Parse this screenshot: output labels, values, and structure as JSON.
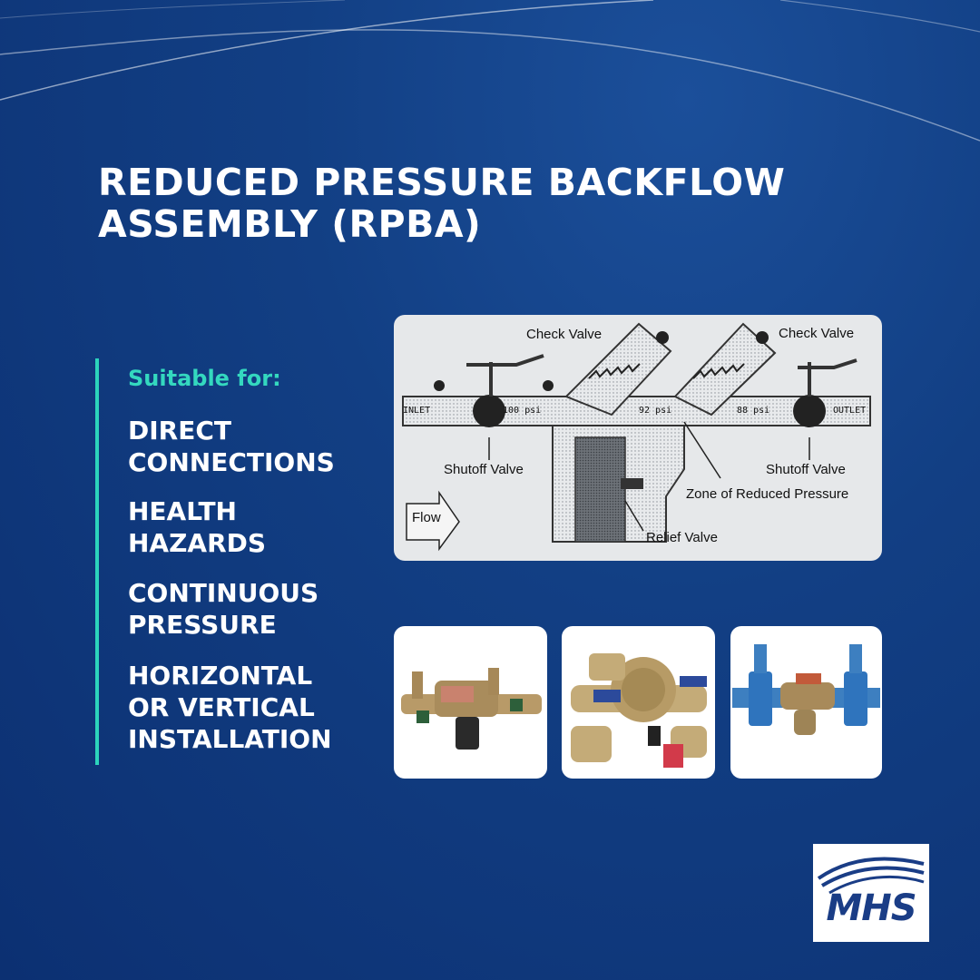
{
  "title": {
    "line1": "REDUCED PRESSURE BACKFLOW",
    "line2": "ASSEMBLY (RPBA)"
  },
  "features": {
    "heading": "Suitable for:",
    "items": [
      {
        "line1": "DIRECT",
        "line2": "CONNECTIONS"
      },
      {
        "line1": "HEALTH",
        "line2": "HAZARDS"
      },
      {
        "line1": "CONTINUOUS",
        "line2": "PRESSURE"
      },
      {
        "line1": "HORIZONTAL",
        "line2": "OR VERTICAL",
        "line3": "INSTALLATION"
      }
    ]
  },
  "diagram": {
    "check_valve_left": "Check Valve",
    "check_valve_right": "Check Valve",
    "inlet": "INLET",
    "outlet": "OUTLET",
    "psi_100": "100  psi",
    "psi_92": "92  psi",
    "psi_88": "88  psi",
    "shutoff_left": "Shutoff Valve",
    "shutoff_right": "Shutoff Valve",
    "zone": "Zone of Reduced Pressure",
    "flow": "Flow",
    "relief": "Relief Valve"
  },
  "logo": {
    "text": "MHS"
  },
  "colors": {
    "background": "#123f84",
    "accent": "#2cd4bc",
    "logo_blue": "#1a3d86"
  }
}
